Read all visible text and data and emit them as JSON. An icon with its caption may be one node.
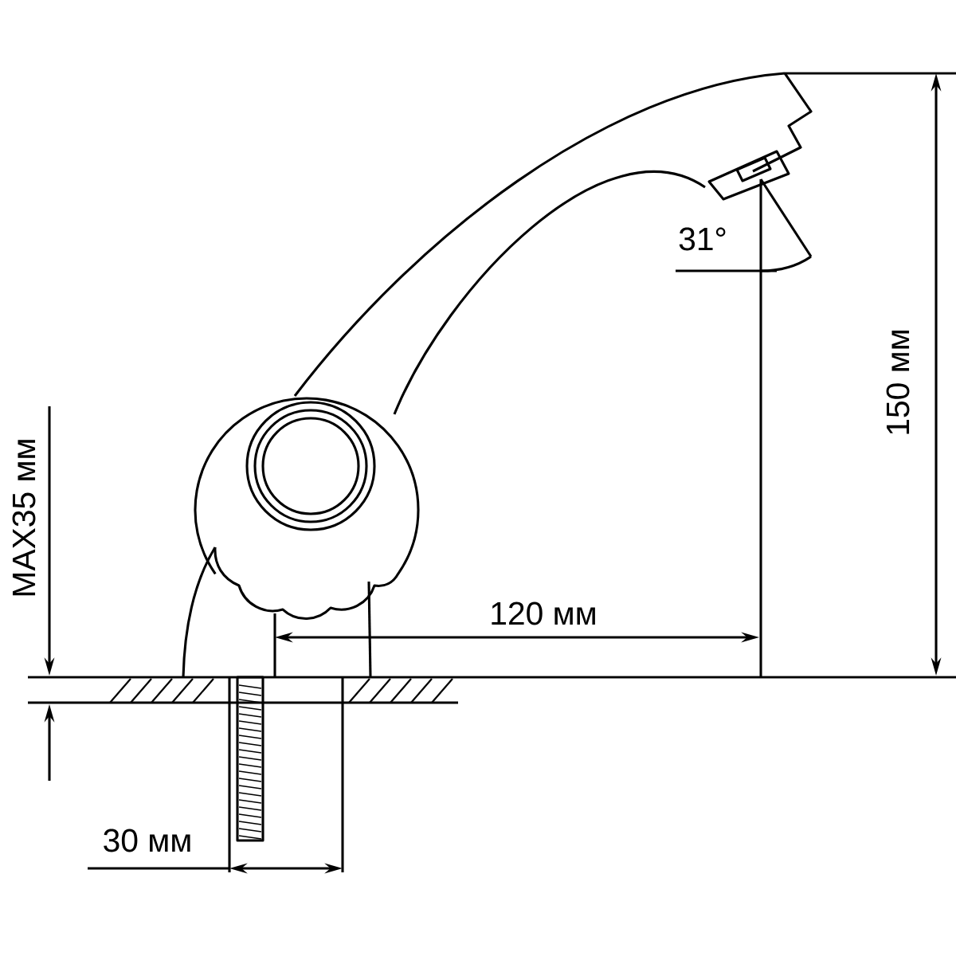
{
  "diagram": {
    "labels": [
      "31°",
      "150 мм",
      "120 мм",
      "MAX35 мм",
      "30 мм"
    ]
  }
}
